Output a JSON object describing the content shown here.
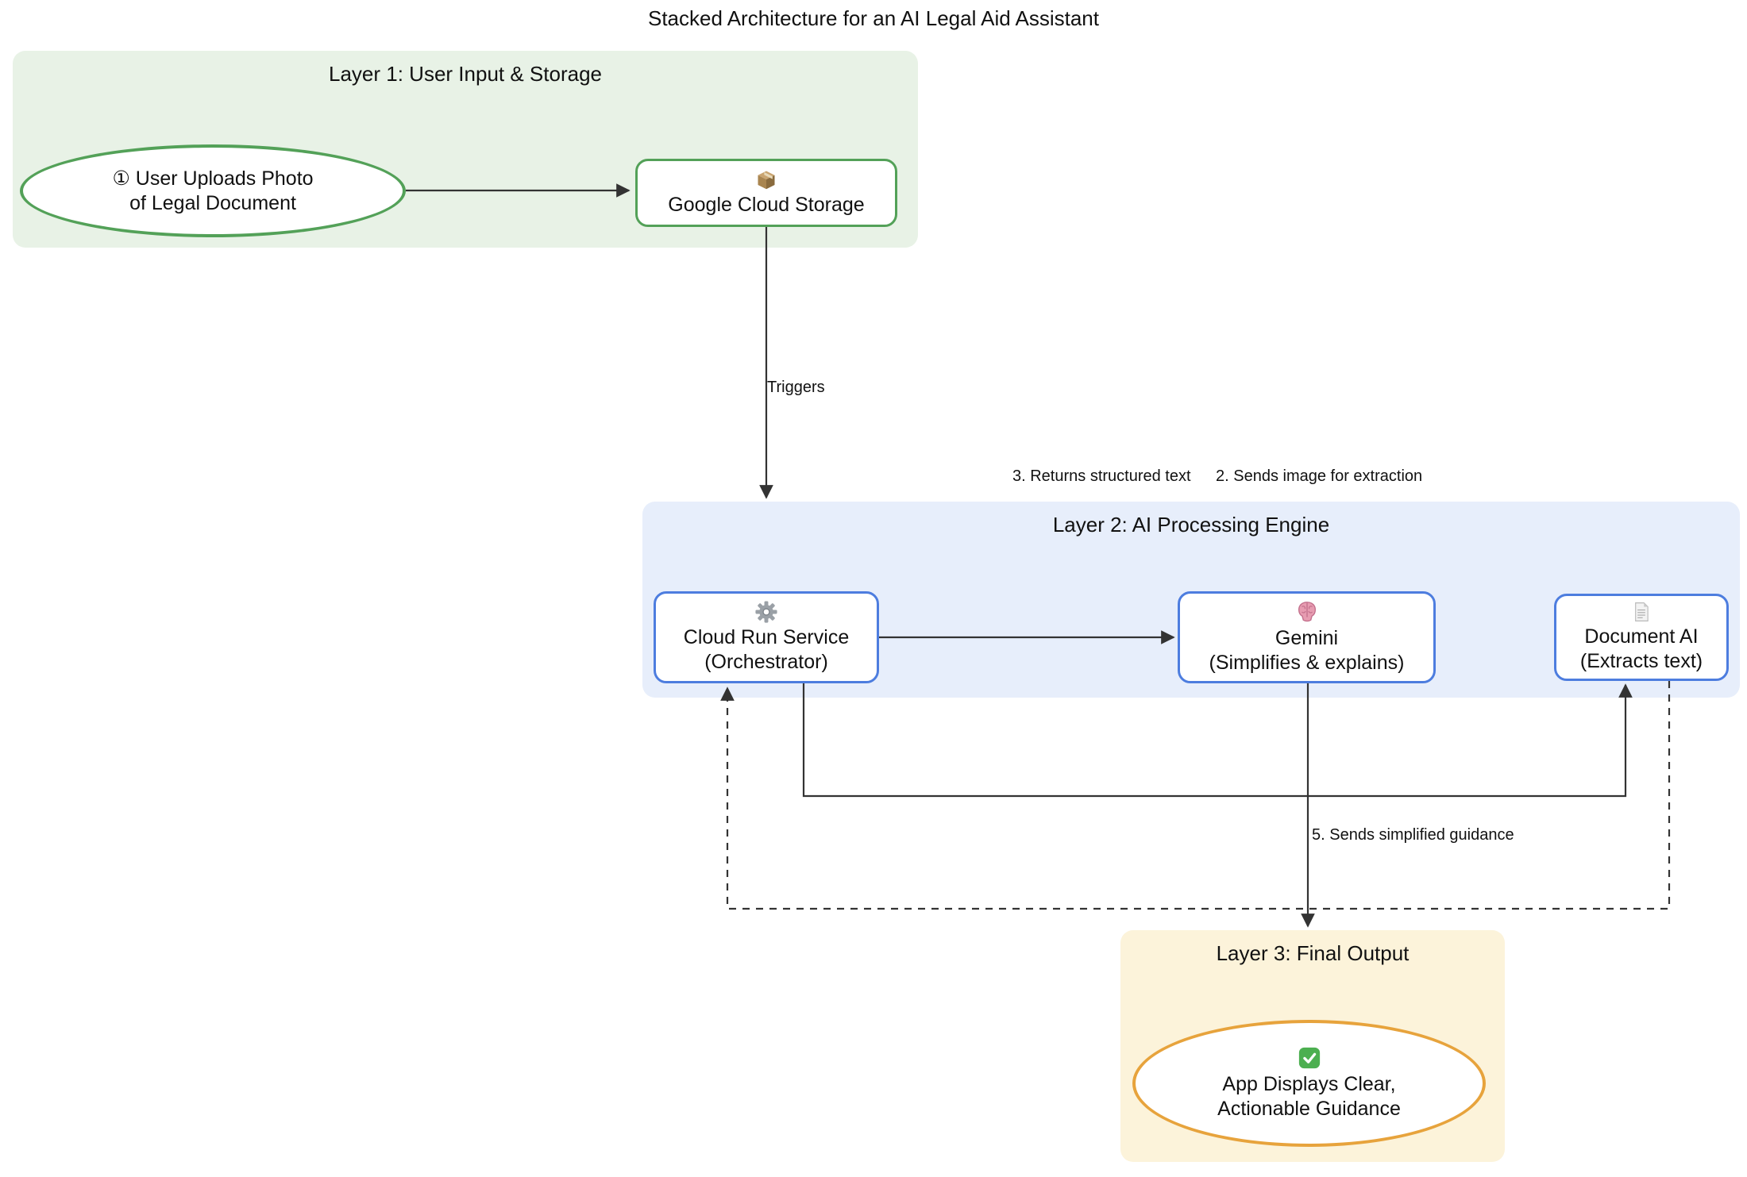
{
  "title": "Stacked Architecture for an AI Legal Aid Assistant",
  "layers": [
    {
      "label": "Layer 1: User Input & Storage"
    },
    {
      "label": "Layer 2: AI Processing Engine"
    },
    {
      "label": "Layer 3: Final Output"
    }
  ],
  "nodes": {
    "upload": {
      "shape": "ellipse",
      "label": "① User Uploads Photo\nof Legal Document"
    },
    "gcs": {
      "shape": "rounded",
      "icon": "package-icon",
      "label": "Google Cloud Storage"
    },
    "cloudrun": {
      "shape": "rounded",
      "icon": "gear-icon",
      "label": "Cloud Run Service\n(Orchestrator)"
    },
    "gemini": {
      "shape": "rounded",
      "icon": "brain-icon",
      "label": "Gemini\n(Simplifies & explains)"
    },
    "docai": {
      "shape": "rounded",
      "icon": "document-icon",
      "label": "Document AI\n(Extracts text)"
    },
    "output": {
      "shape": "ellipse",
      "icon": "check-icon",
      "label": "App Displays Clear,\nActionable Guidance"
    }
  },
  "edges": [
    {
      "from": "user-upload",
      "to": "google-cloud-storage",
      "style": "solid",
      "label": ""
    },
    {
      "from": "google-cloud-storage",
      "to": "layer-2",
      "style": "solid",
      "label": "Triggers"
    },
    {
      "from": "cloud-run-service",
      "to": "gemini",
      "style": "solid",
      "label": ""
    },
    {
      "from": "cloud-run-service",
      "to": "document-ai",
      "style": "solid",
      "label": "2. Sends image for extraction"
    },
    {
      "from": "document-ai",
      "to": "cloud-run-service",
      "style": "dashed",
      "label": "3. Returns structured text"
    },
    {
      "from": "gemini",
      "to": "layer-3-output",
      "style": "solid",
      "label": "5. Sends simplified guidance"
    }
  ],
  "colors": {
    "layer1-bg": "#e8f2e6",
    "layer2-bg": "#e7eefb",
    "layer3-bg": "#fcf3da",
    "green": "#53a158",
    "blue": "#4d7ddf",
    "orange": "#e7a33c",
    "line": "#333333",
    "text": "#111111"
  }
}
